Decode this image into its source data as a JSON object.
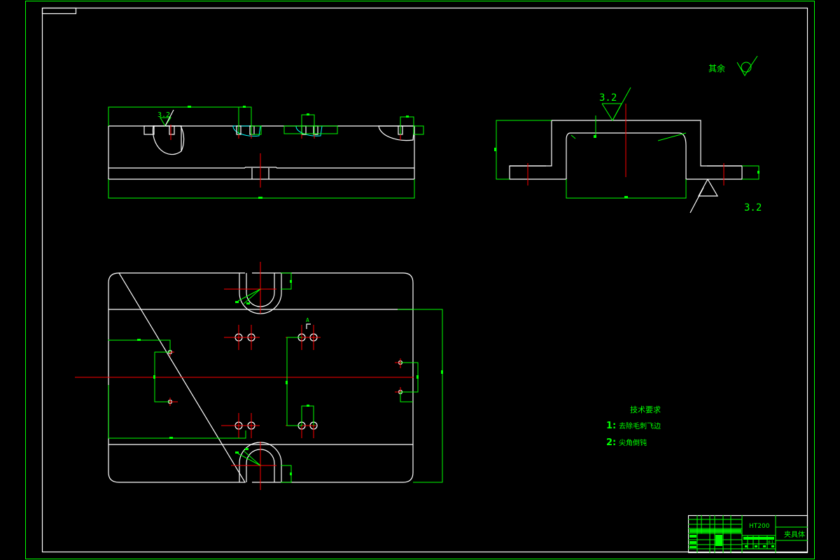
{
  "drawing": {
    "background": "#000000",
    "colors": {
      "outline": "#ffffff",
      "dimension": "#00ff00",
      "centerline": "#ff0000",
      "hatch_alt": "#00ffff"
    }
  },
  "front_view": {
    "roughness_label": "3.2"
  },
  "section_view": {
    "roughness_top": "3.2",
    "roughness_bottom": "3.2"
  },
  "plan_view": {
    "section_marker": "A"
  },
  "surface_finish_note": {
    "label": "其余"
  },
  "technical_requirements": {
    "title": "技术要求",
    "items": [
      {
        "num": "1:",
        "text": "去除毛刺飞边"
      },
      {
        "num": "2:",
        "text": "尖角倒钝"
      }
    ]
  },
  "title_block": {
    "material": "HT200",
    "part_name": "夹具体",
    "scale_value": "4:1"
  }
}
